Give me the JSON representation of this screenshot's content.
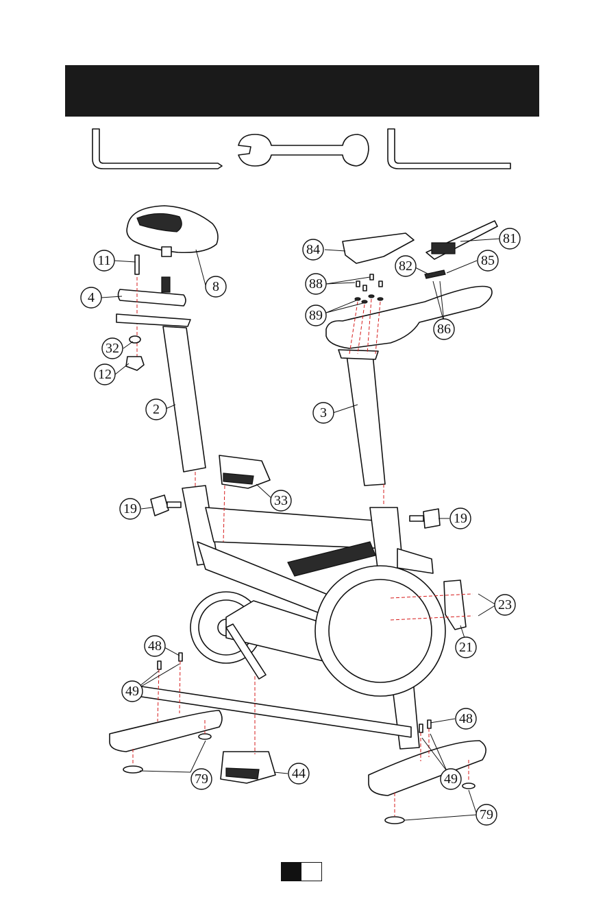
{
  "tools": [
    {
      "name": "allen-key-left",
      "icon": "allen-key-icon"
    },
    {
      "name": "wrench",
      "icon": "wrench-icon"
    },
    {
      "name": "allen-key-right",
      "icon": "allen-key-icon"
    }
  ],
  "callouts": [
    {
      "id": "c11",
      "label": "11"
    },
    {
      "id": "c4",
      "label": "4"
    },
    {
      "id": "c8",
      "label": "8"
    },
    {
      "id": "c32",
      "label": "32"
    },
    {
      "id": "c12",
      "label": "12"
    },
    {
      "id": "c2",
      "label": "2"
    },
    {
      "id": "c84",
      "label": "84"
    },
    {
      "id": "c81",
      "label": "81"
    },
    {
      "id": "c82",
      "label": "82"
    },
    {
      "id": "c85",
      "label": "85"
    },
    {
      "id": "c88",
      "label": "88"
    },
    {
      "id": "c89",
      "label": "89"
    },
    {
      "id": "c86",
      "label": "86"
    },
    {
      "id": "c3",
      "label": "3"
    },
    {
      "id": "c33",
      "label": "33"
    },
    {
      "id": "c19a",
      "label": "19"
    },
    {
      "id": "c19b",
      "label": "19"
    },
    {
      "id": "c23",
      "label": "23"
    },
    {
      "id": "c21",
      "label": "21"
    },
    {
      "id": "c48a",
      "label": "48"
    },
    {
      "id": "c49a",
      "label": "49"
    },
    {
      "id": "c48b",
      "label": "48"
    },
    {
      "id": "c49b",
      "label": "49"
    },
    {
      "id": "c79a",
      "label": "79"
    },
    {
      "id": "c44",
      "label": "44"
    },
    {
      "id": "c79b",
      "label": "79"
    }
  ],
  "colors": {
    "band": "#1a1a1a",
    "ink": "#111111",
    "guide": "#d61a1a"
  }
}
